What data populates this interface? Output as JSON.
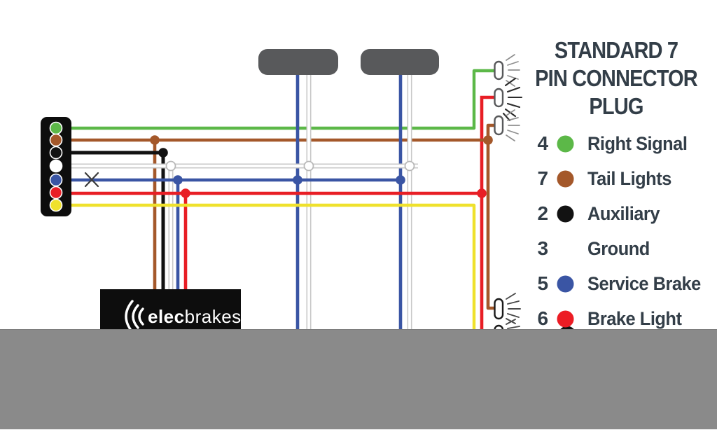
{
  "title": {
    "lines": [
      "STANDARD 7",
      "PIN CONNECTOR",
      "PLUG"
    ]
  },
  "legend": {
    "items": [
      {
        "pin": "4",
        "color": "#5cb848",
        "label": "Right Signal"
      },
      {
        "pin": "7",
        "color": "#a4582a",
        "label": "Tail Lights"
      },
      {
        "pin": "2",
        "color": "#121212",
        "label": "Auxiliary"
      },
      {
        "pin": "3",
        "color": "#ffffff",
        "label": "Ground"
      },
      {
        "pin": "5",
        "color": "#3a55a4",
        "label": "Service Brake"
      },
      {
        "pin": "6",
        "color": "#ec1c24",
        "label": "Brake Light"
      }
    ]
  },
  "logo": {
    "bold_text": "elec",
    "regular_text": "brakes"
  },
  "colors": {
    "green": "#5cb848",
    "brown": "#a4582a",
    "black": "#121212",
    "white": "#ffffff",
    "white_outline": "#c8c8c8",
    "blue": "#3a55a4",
    "red": "#e81e25",
    "yellow": "#efe12c",
    "magnet_gray": "#58595b",
    "lamp_outline": "#58595b",
    "lamp_outline_dark": "#1a1a1a",
    "text": "#333e48",
    "footer_bar": "#8a8a8a",
    "connector_body": "#0d0d0d"
  }
}
